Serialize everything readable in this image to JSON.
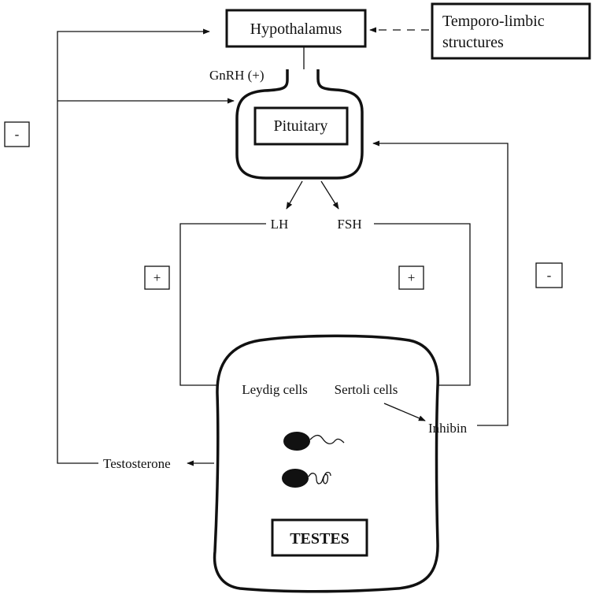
{
  "nodes": {
    "hypothalamus": "Hypothalamus",
    "temporo_limbic_line1": "Temporo-limbic",
    "temporo_limbic_line2": "structures",
    "pituitary": "Pituitary",
    "gnrh": "GnRH (+)",
    "lh": "LH",
    "fsh": "FSH",
    "leydig": "Leydig cells",
    "sertoli": "Sertoli cells",
    "inhibin": "Inhibin",
    "testosterone": "Testosterone",
    "testes": "TESTES"
  },
  "signs": {
    "left_feedback": "-",
    "lh_effect": "+",
    "fsh_effect": "+",
    "inhibin_feedback": "-"
  }
}
